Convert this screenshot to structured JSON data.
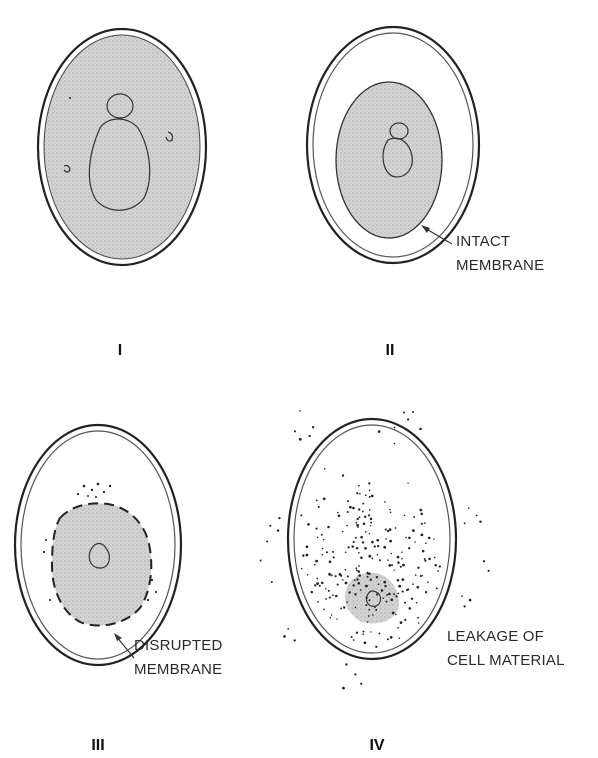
{
  "panels": {
    "p1": {
      "numeral": "I"
    },
    "p2": {
      "numeral": "II",
      "callout": [
        "INTACT",
        "MEMBRANE"
      ]
    },
    "p3": {
      "numeral": "III",
      "callout": [
        "DISRUPTED",
        "MEMBRANE"
      ]
    },
    "p4": {
      "numeral": "IV",
      "callout": [
        "LEAKAGE OF",
        "CELL MATERIAL"
      ]
    }
  },
  "colors": {
    "shade": "#d2d2d2",
    "ink": "#222222"
  }
}
